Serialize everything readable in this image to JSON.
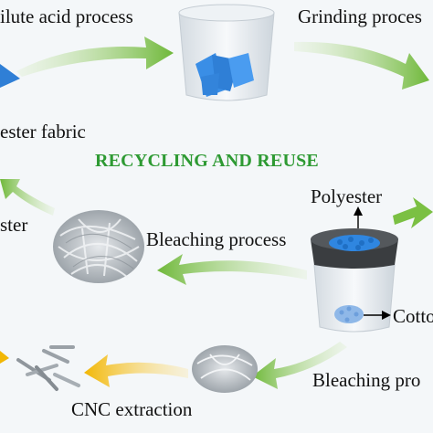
{
  "title": "RECYCLING AND REUSE",
  "colors": {
    "title": "#2e9a33",
    "green_arrow": "#7bc043",
    "yellow_arrow": "#f2b705",
    "blue_fabric": "#3a8ee6",
    "beaker": "#dde3e8",
    "fiber": "#c9ced3"
  },
  "labels": {
    "dilute_acid": "ilute acid process",
    "grinding": "Grinding proces",
    "polyester_fabric": "ester fabric",
    "polyester_left": "ster",
    "bleaching_top": "Bleaching process",
    "polyester": "Polyester",
    "cotton": "Cotto",
    "bleaching_bottom": "Bleaching pro",
    "cnc_extraction": "CNC extraction"
  },
  "icons": [
    "beaker-with-fabric-icon",
    "sieve-beaker-icon",
    "fiber-bundle-icon",
    "cnc-rods-icon",
    "green-arrow-icon",
    "yellow-arrow-icon"
  ]
}
